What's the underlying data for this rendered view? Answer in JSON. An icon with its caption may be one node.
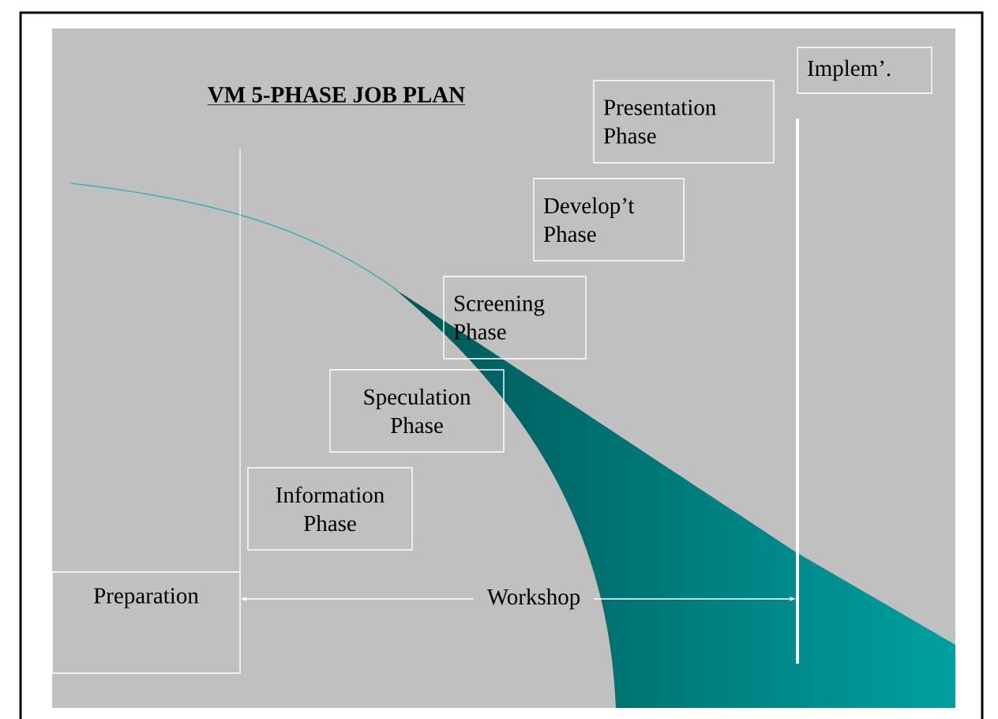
{
  "diagram": {
    "title": "VM  5-PHASE JOB PLAN",
    "nodes": [
      {
        "text": [
          "Implem’."
        ]
      },
      {
        "text": [
          "Presentation Phase"
        ]
      },
      {
        "text": [
          "Develop’t Phase"
        ]
      },
      {
        "text": [
          "Screening Phase"
        ]
      },
      {
        "text": [
          "Speculation Phase"
        ]
      },
      {
        "text": [
          "Information Phase"
        ]
      },
      {
        "text": [
          "Preparation"
        ]
      },
      {
        "text": [
          "Workshop"
        ]
      },
      {
        "text": [],
        "shape": "bar"
      }
    ],
    "edges": [
      {
        "from": 7,
        "to": 6,
        "arrow": "to"
      },
      {
        "from": 7,
        "to": 8,
        "arrow": "to"
      }
    ]
  }
}
